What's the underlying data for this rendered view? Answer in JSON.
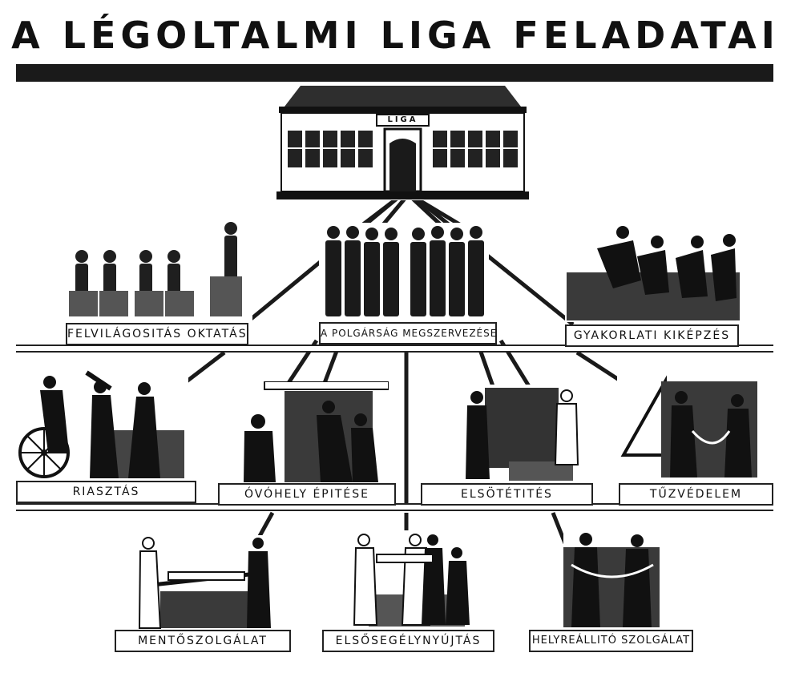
{
  "title": "A LÉGOLTALMI LIGA FELADATAI",
  "building": {
    "sign": "LIGA"
  },
  "tier1": {
    "left": "FELVILÁGOSITÁS OKTATÁS",
    "center": "A POLGÁRSÁG MEGSZERVEZÉSE",
    "right": "GYAKORLATI KIKÉPZÉS"
  },
  "tier2": [
    "RIASZTÁS",
    "ÓVÓHELY ÉPITÉSE",
    "ELSÖTÉTITÉS",
    "TŰZVÉDELEM"
  ],
  "tier3": [
    "MENTŐSZOLGÁLAT",
    "ELSŐSEGÉLYNYÚJTÁS",
    "HELYREÁLLITÓ SZOLGÁLAT"
  ],
  "colors": {
    "ink": "#111111",
    "paper": "#ffffff",
    "shade": "#3a3a3a"
  }
}
